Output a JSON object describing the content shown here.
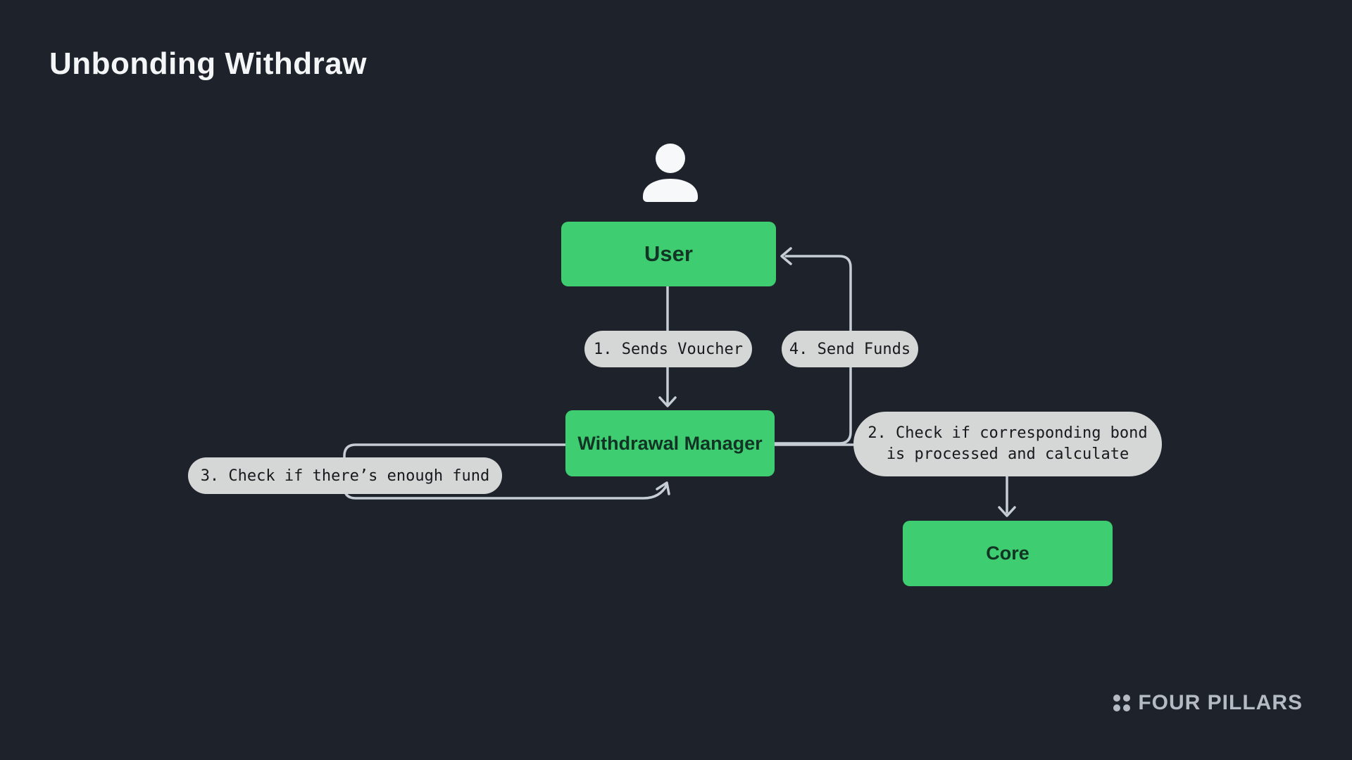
{
  "title": "Unbonding Withdraw",
  "colors": {
    "background": "#1d222b",
    "node_fill": "#3ecd70",
    "node_text": "#123424",
    "pill_bg": "#d5d6d6",
    "pill_text": "#17191d",
    "connector": "#c7cdd5",
    "title_color": "#f3f5f6",
    "brand_color": "#b4bbc5",
    "icon_color": "#f6f8f9"
  },
  "diagram": {
    "nodes": [
      {
        "id": "user",
        "label": "User"
      },
      {
        "id": "withdrawal-manager",
        "label": "Withdrawal Manager"
      },
      {
        "id": "core",
        "label": "Core"
      }
    ],
    "edges": [
      {
        "step": "1",
        "label": "1. Sends Voucher",
        "from": "User",
        "to": "Withdrawal Manager"
      },
      {
        "step": "2",
        "label_lines": [
          "2. Check if corresponding bond",
          "is processed and calculate"
        ],
        "from": "Withdrawal Manager",
        "to": "Core"
      },
      {
        "step": "3",
        "label": "3. Check if there’s enough fund",
        "from": "Withdrawal Manager",
        "to": "Withdrawal Manager"
      },
      {
        "step": "4",
        "label": "4. Send Funds",
        "from": "Withdrawal Manager",
        "to": "User"
      }
    ],
    "icons": [
      {
        "name": "person-icon",
        "meaning": "user actor"
      },
      {
        "name": "four-pillars-dots-icon",
        "meaning": "brand logo mark (2x2 dots)"
      }
    ]
  },
  "footer": {
    "brand": "FOUR PILLARS"
  }
}
